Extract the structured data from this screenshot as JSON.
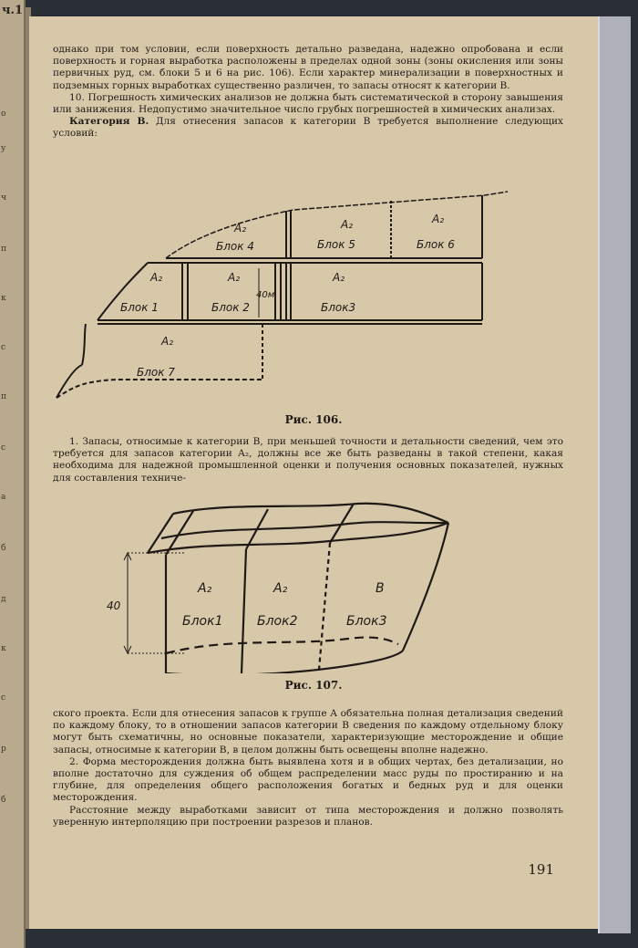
{
  "left_page": {
    "title": "ч.1",
    "fragments": [
      "о",
      "у",
      "ч",
      "п",
      "к",
      "с",
      "п",
      "с",
      "а",
      "б",
      "д",
      "к",
      "с",
      "р",
      "б"
    ]
  },
  "paragraphs": {
    "p1": "однако при том условии, если поверхность детально разведана, надежно опробована и если поверхность и горная выработка расположены в пределах одной зоны (зоны окисления или зоны первичных руд, см. блоки 5 и 6 на рис. 106). Если характер минерализации в поверхностных и подземных горных выработках существенно различен, то запасы относят к категории B.",
    "p2": "10. Погрешность химических анализов не должна быть систематической в сторону завышения или занижения. Недопустимо значительное число грубых погрешностей в химических анализах.",
    "p3_lead": "Категория B.",
    "p3": " Для отнесения запасов к категории B требуется выполнение следующих условий:",
    "p4": "1. Запасы, относимые к категории B, при меньшей точности и детальности сведений, чем это требуется для запасов категории A₂, должны все же быть разведаны в такой степени, какая необходима для надежной промышленной оценки и получения основных показателей, нужных для составления техниче-",
    "p5": "ского проекта. Если для отнесения запасов к группе A обязательна полная детализация сведений по каждому блоку, то в отношении запасов категории B сведения по каждому отдельному блоку могут быть схематичны, но основные показатели, характеризующие месторождение и общие запасы, относимые к категории B, в целом должны быть освещены вполне надежно.",
    "p6": "2. Форма месторождения должна быть выявлена хотя и в общих чертах, без детализации, но вполне достаточно для суждения об общем распределении масс руды по простиранию и на глубине, для определения общего расположения богатых и бедных руд и для оценки месторождения.",
    "p7": "Расстояние между выработками зависит от типа месторождения и должно позволять уверенную интерполяцию при построении разрезов и планов."
  },
  "figure106": {
    "caption": "Рис. 106.",
    "blocks": [
      {
        "cat": "A₂",
        "name": "Блок 4"
      },
      {
        "cat": "A₂",
        "name": "Блок 5"
      },
      {
        "cat": "A₂",
        "name": "Блок 6"
      },
      {
        "cat": "A₂",
        "name": "Блок 1"
      },
      {
        "cat": "A₂",
        "name": "Блок 2"
      },
      {
        "cat": "A₂",
        "name": "Блок3"
      },
      {
        "cat": "A₂",
        "name": "Блок 7"
      }
    ],
    "dimension": "40м"
  },
  "figure107": {
    "caption": "Рис. 107.",
    "blocks": [
      {
        "cat": "A₂",
        "name": "Блок1"
      },
      {
        "cat": "A₂",
        "name": "Блок2"
      },
      {
        "cat": "B",
        "name": "Блок3"
      }
    ],
    "dimension": "40"
  },
  "page_number": "191"
}
